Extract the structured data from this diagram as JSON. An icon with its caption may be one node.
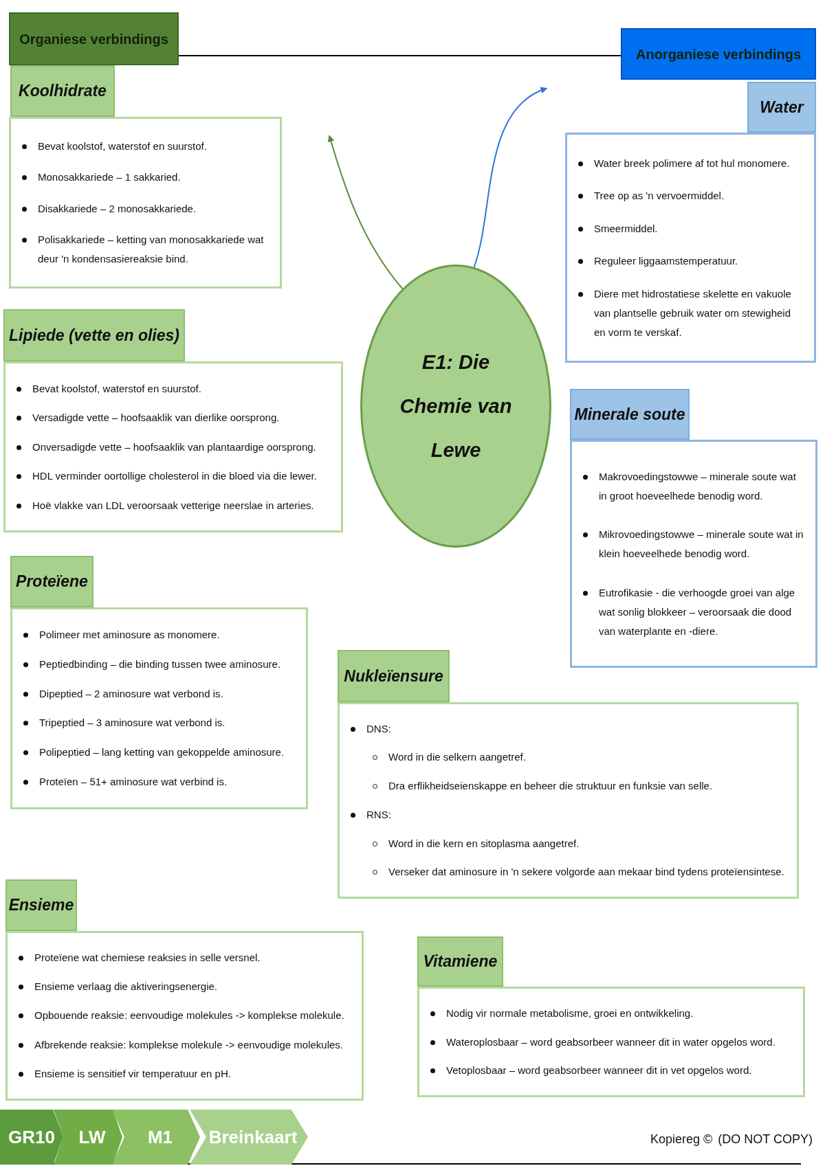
{
  "diagram": {
    "nodes": [
      {
        "text": [
          "Organiese verbindings"
        ]
      },
      {
        "text": [
          "Anorganiese verbindings"
        ]
      },
      {
        "text": [
          "Koolhidrate",
          "Bevat koolstof, waterstof en suurstof.",
          "Monosakkariede – 1 sakkaried.",
          "Disakkariede – 2 monosakkariede.",
          "Polisakkariede – ketting van monosakkariede wat deur 'n kondensasiereaksie bind."
        ]
      },
      {
        "text": [
          "Water",
          "Water breek polimere af tot hul monomere.",
          "Tree op as 'n vervoermiddel.",
          "Smeermiddel.",
          "Reguleer liggaamstemperatuur.",
          "Diere met hidrostatiese skelette en vakuole van plantselle gebruik water om stewigheid en vorm te verskaf."
        ]
      },
      {
        "text": [
          "E1:  Die Chemie van Lewe"
        ]
      },
      {
        "text": [
          "Lipiede (vette en olies)",
          "Bevat koolstof, waterstof en suurstof.",
          "Versadigde vette – hoofsaaklik van dierlike oorsprong.",
          "Onversadigde vette – hoofsaaklik van plantaardige oorsprong.",
          "HDL verminder oortollige cholesterol in die bloed via die lewer.",
          "Hoë vlakke van LDL veroorsaak vetterige neerslae in arteries."
        ]
      },
      {
        "text": [
          "Minerale soute",
          "Makrovoedingstowwe – minerale soute wat in groot hoeveelhede benodig word.",
          "Mikrovoedingstowwe – minerale soute wat in klein hoeveelhede benodig word.",
          "Eutrofikasie - die verhoogde groei van alge wat sonlig blokkeer – veroorsaak die dood van waterplante en -diere."
        ]
      },
      {
        "text": [
          "Proteïene",
          "Polimeer met aminosure as monomere.",
          "Peptiedbinding – die binding tussen twee aminosure.",
          "Dipeptied – 2 aminosure wat verbond is.",
          "Tripeptied – 3 aminosure wat verbond is.",
          "Polipeptied – lang ketting van gekoppelde aminosure.",
          "Proteïen – 51+ aminosure wat verbind is."
        ]
      },
      {
        "text": [
          "Nukleïensure",
          "DNS:",
          "Word in die selkern aangetref.",
          "Dra erflikheidseienskappe en beheer die struktuur en funksie van selle.",
          "RNS:",
          "Word in die kern en sitoplasma aangetref.",
          "Verseker dat aminosure in 'n sekere volgorde aan mekaar bind tydens proteïensintese."
        ]
      },
      {
        "text": [
          "Ensieme",
          "Proteïene wat chemiese reaksies in selle versnel.",
          "Ensieme verlaag die aktiveringsenergie.",
          "Opbouende reaksie: eenvoudige molekules -> komplekse molekule.",
          "Afbrekende reaksie: komplekse molekule -> eenvoudige molekules.",
          "Ensieme is sensitief vir temperatuur en pH."
        ]
      },
      {
        "text": [
          "Vitamiene",
          "Nodig vir normale metabolisme, groei en ontwikkeling.",
          "Wateroplosbaar – word geabsorbeer wanneer dit in water opgelos word.",
          "Vetoplosbaar – word geabsorbeer wanneer dit in vet opgelos word."
        ]
      }
    ],
    "edges": [
      {
        "from": 0,
        "to": 1,
        "arrow": "none",
        "color": "#000000"
      },
      {
        "from": 4,
        "to": null,
        "arrow": "to",
        "color": "#5b8a3c"
      },
      {
        "from": 4,
        "to": null,
        "arrow": "to",
        "color": "#2e75d6"
      }
    ],
    "labels": [
      "GR10",
      "LW",
      "M1",
      "Breinkaart",
      "Kopiereg ©",
      "(DO NOT COPY)"
    ]
  }
}
